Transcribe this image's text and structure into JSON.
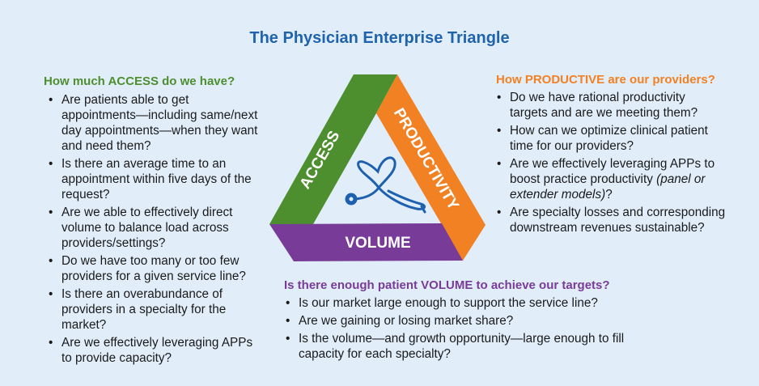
{
  "title": "The Physician Enterprise Triangle",
  "colors": {
    "access": "#4d8f2e",
    "productivity": "#f28123",
    "volume": "#783c98",
    "title": "#1f63ad",
    "background": "#e1eefa"
  },
  "triangle": {
    "access_label": "ACCESS",
    "productivity_label": "PRODUCTIVITY",
    "volume_label": "VOLUME",
    "center_icon": "heart-stethoscope-icon"
  },
  "access": {
    "heading": "How much ACCESS do we have?",
    "items": [
      "Are patients able to get appointments—including same/next day appointments—when they want and need them?",
      "Is there an average time to an appointment within five days of the request?",
      "Are we able to effectively direct volume to balance load across providers/settings?",
      "Do we have too many or too few providers for a given service line?",
      "Is there an overabundance of providers in a specialty for the market?",
      "Are we effectively leveraging APPs to provide capacity?"
    ]
  },
  "productivity": {
    "heading": "How PRODUCTIVE are our providers?",
    "items": [
      "Do we have rational productivity targets and are we meeting them?",
      "How can we optimize clinical patient time for our providers?",
      "Are we effectively leveraging APPs to boost practice productivity",
      "Are specialty losses and corresponding downstream revenues sustainable?"
    ],
    "item3_italic": "(panel or extender models)",
    "item3_suffix": "?"
  },
  "volume": {
    "heading": "Is there enough patient VOLUME to achieve our targets?",
    "items": [
      "Is our market large enough to support the service line?",
      "Are we gaining or losing market share?",
      "Is the volume—and growth opportunity—large enough to fill capacity for each specialty?"
    ]
  }
}
